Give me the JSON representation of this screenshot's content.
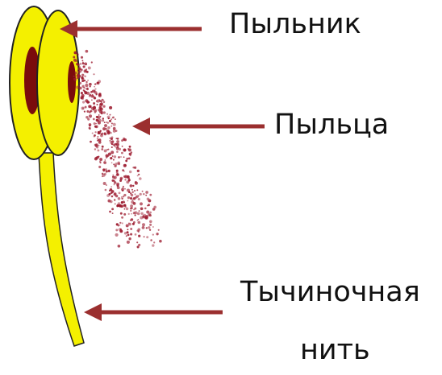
{
  "labels": {
    "anther": "Пыльник",
    "pollen": "Пыльца",
    "filament_line1": "Тычиночная",
    "filament_line2": "нить"
  },
  "colors": {
    "anther_fill": "#f4f000",
    "anther_center": "#7a0c0c",
    "pollen": "#9c1a2e",
    "arrow": "#9b2f2f",
    "outline": "#222222"
  }
}
